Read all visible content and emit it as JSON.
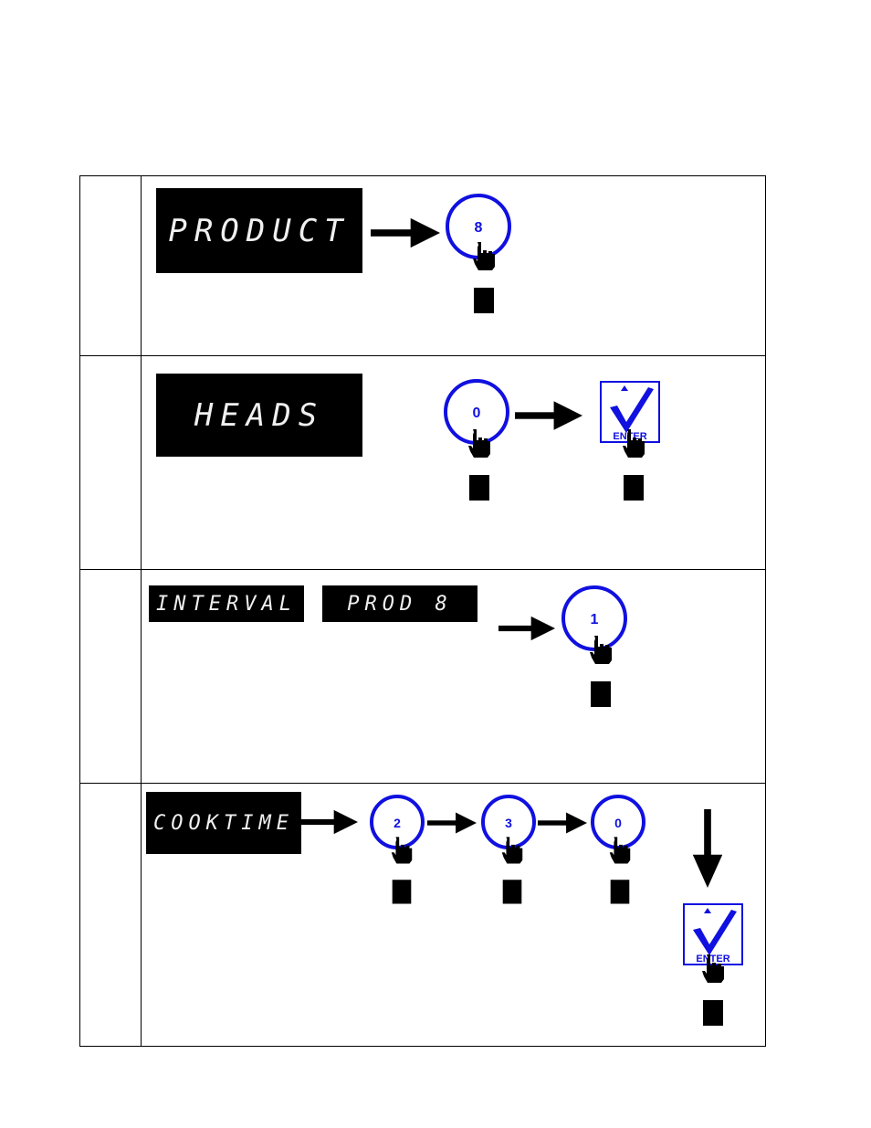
{
  "steps": [
    {
      "display": "PRODUCT",
      "keys": [
        "8"
      ]
    },
    {
      "display": "HEADS",
      "keys": [
        "0"
      ],
      "enter_label": "ENTER"
    },
    {
      "displays": [
        "INTERVAL",
        "PROD 8"
      ],
      "keys": [
        "1"
      ]
    },
    {
      "display": "COOKTIME",
      "keys": [
        "2",
        "3",
        "0"
      ],
      "enter_label": "ENTER"
    }
  ],
  "colors": {
    "key_ring": "#1010e0",
    "lcd_bg": "#000000",
    "lcd_text": "#f0f0f0"
  }
}
